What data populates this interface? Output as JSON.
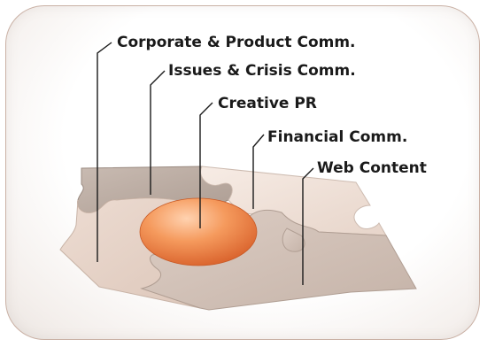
{
  "diagram": {
    "labels": [
      {
        "id": "corporate",
        "text": "Corporate & Product Comm."
      },
      {
        "id": "issues",
        "text": "Issues & Crisis Comm."
      },
      {
        "id": "creative",
        "text": "Creative PR"
      },
      {
        "id": "financial",
        "text": "Financial Comm."
      },
      {
        "id": "web",
        "text": "Web Content"
      }
    ],
    "colors": {
      "frame_border": "#c9b0a4",
      "piece_back_left": "#bfb0a7",
      "piece_back_right": "#f0e2d9",
      "piece_front_left": "#e6d3c8",
      "piece_front_right": "#d4c4ba",
      "center_ellipse": "#f08a4b",
      "leader_lines": "#1a1a1a"
    }
  }
}
